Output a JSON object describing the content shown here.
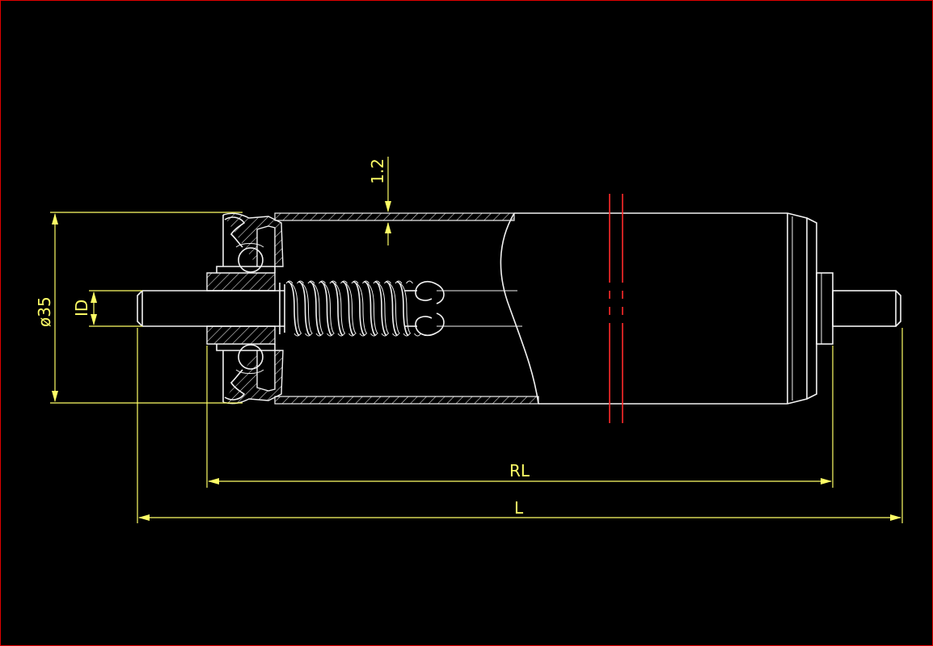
{
  "drawing": {
    "dimensions": {
      "diameter_label": "ø35",
      "inner_diameter_label": "ID",
      "wall_thickness_label": "1.2",
      "roller_length_label": "RL",
      "overall_length_label": "L"
    },
    "colors": {
      "background": "#000000",
      "outline": "#f2f2f2",
      "dimension": "#ffff66",
      "break_line": "#ff2a2a",
      "frame_border": "#e00000"
    }
  }
}
